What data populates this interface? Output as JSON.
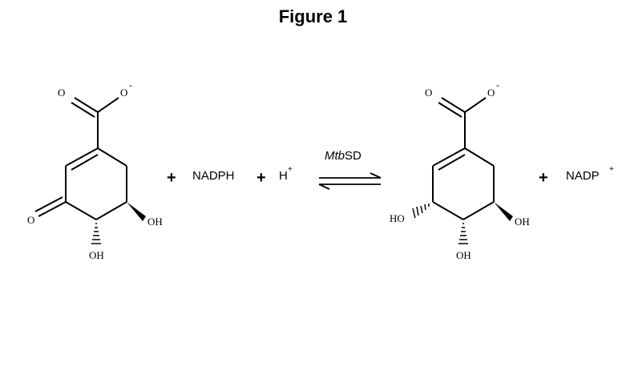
{
  "figure": {
    "title": "Figure 1",
    "reagents": {
      "plus": "+",
      "nadph": "NADPH",
      "h": "H",
      "h_charge": "+",
      "nadp": "NADP",
      "nadp_charge": "+"
    },
    "enzyme": {
      "italic": "Mtb",
      "regular": "SD"
    },
    "atoms": {
      "oxygen": "O",
      "oxygen_anion": "O",
      "minus": "-",
      "hydroxyl": "OH",
      "hydroxyl_left": "HO"
    }
  }
}
